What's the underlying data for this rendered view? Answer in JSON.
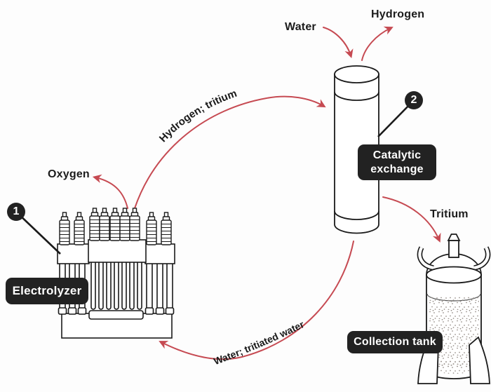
{
  "figure": {
    "flow_labels": {
      "water_in": "Water",
      "hydrogen_out": "Hydrogen",
      "oxygen_out": "Oxygen",
      "tritium_out": "Tritium",
      "electrolyzer_to_exchange": "Hydrogen; tritium",
      "exchange_to_electrolyzer": "Water; tritiated water"
    },
    "components": [
      {
        "number": "1",
        "label": "Electrolyzer"
      },
      {
        "number": "2",
        "label": "Catalytic exchange"
      },
      {
        "number": "",
        "label": "Collection tank"
      }
    ],
    "colors": {
      "flow_arrow": "#c64a52",
      "outline": "#1a1a1a",
      "label_box_bg": "#222222",
      "label_box_text": "#ffffff",
      "background": "#fdfdfd"
    }
  }
}
